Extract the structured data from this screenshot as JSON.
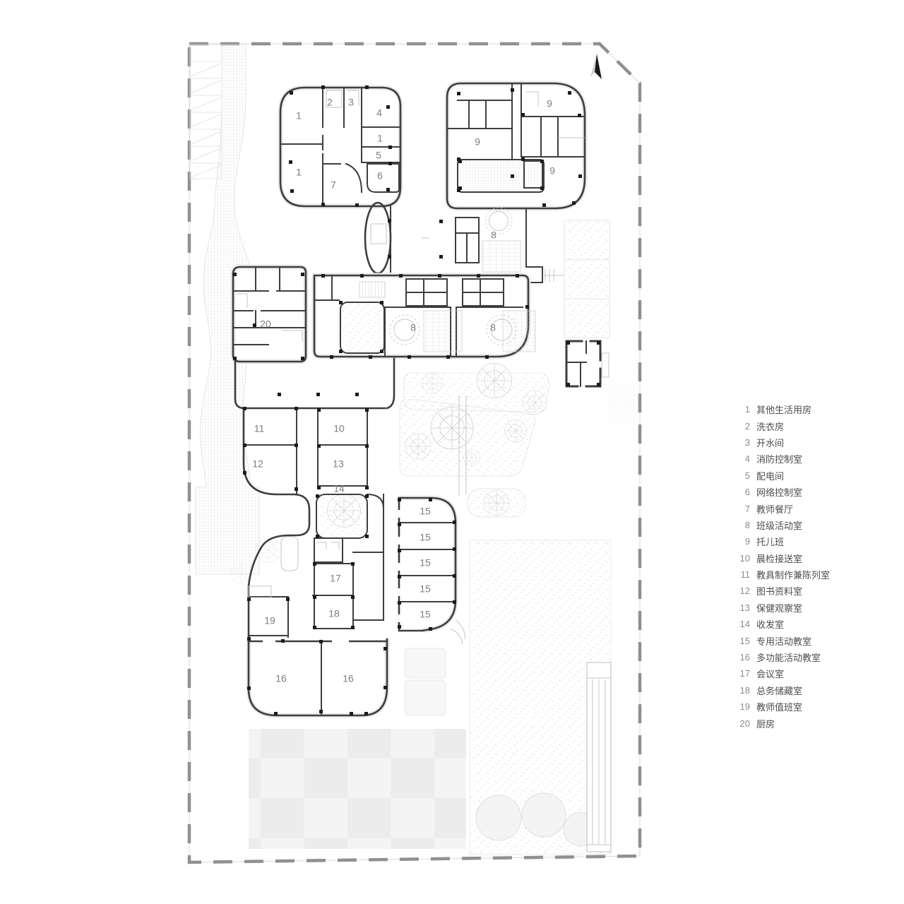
{
  "colors": {
    "wall": "#3e3e3e",
    "wall_light": "#c6c6c6",
    "boundary": "#909090",
    "room_label": "#7d7d7d",
    "legend_num": "#8c8c8c",
    "legend_label": "#4d4d4d"
  },
  "legend": {
    "items": [
      {
        "num": "1",
        "label": "其他生活用房"
      },
      {
        "num": "2",
        "label": "洗衣房"
      },
      {
        "num": "3",
        "label": "开水间"
      },
      {
        "num": "4",
        "label": "消防控制室"
      },
      {
        "num": "5",
        "label": "配电间"
      },
      {
        "num": "6",
        "label": "网络控制室"
      },
      {
        "num": "7",
        "label": "教师餐厅"
      },
      {
        "num": "8",
        "label": "班级活动室"
      },
      {
        "num": "9",
        "label": "托儿班"
      },
      {
        "num": "10",
        "label": "晨检接送室"
      },
      {
        "num": "11",
        "label": "教具制作兼陈列室"
      },
      {
        "num": "12",
        "label": "图书资料室"
      },
      {
        "num": "13",
        "label": "保健观察室"
      },
      {
        "num": "14",
        "label": "收发室"
      },
      {
        "num": "15",
        "label": "专用活动教室"
      },
      {
        "num": "16",
        "label": "多功能活动教室"
      },
      {
        "num": "17",
        "label": "会议室"
      },
      {
        "num": "18",
        "label": "总务储藏室"
      },
      {
        "num": "19",
        "label": "教师值班室"
      },
      {
        "num": "20",
        "label": "厨房"
      }
    ]
  },
  "plan": {
    "room_labels": [
      {
        "text": "1"
      },
      {
        "text": "2"
      },
      {
        "text": "3"
      },
      {
        "text": "4"
      },
      {
        "text": "1"
      },
      {
        "text": "5"
      },
      {
        "text": "6"
      },
      {
        "text": "1"
      },
      {
        "text": "7"
      },
      {
        "text": "9"
      },
      {
        "text": "9"
      },
      {
        "text": "9"
      },
      {
        "text": "8"
      },
      {
        "text": "20"
      },
      {
        "text": "8"
      },
      {
        "text": "8"
      },
      {
        "text": "11"
      },
      {
        "text": "12"
      },
      {
        "text": "10"
      },
      {
        "text": "13"
      },
      {
        "text": "14"
      },
      {
        "text": "15"
      },
      {
        "text": "15"
      },
      {
        "text": "15"
      },
      {
        "text": "15"
      },
      {
        "text": "15"
      },
      {
        "text": "17"
      },
      {
        "text": "18"
      },
      {
        "text": "19"
      },
      {
        "text": "16"
      },
      {
        "text": "16"
      }
    ]
  }
}
